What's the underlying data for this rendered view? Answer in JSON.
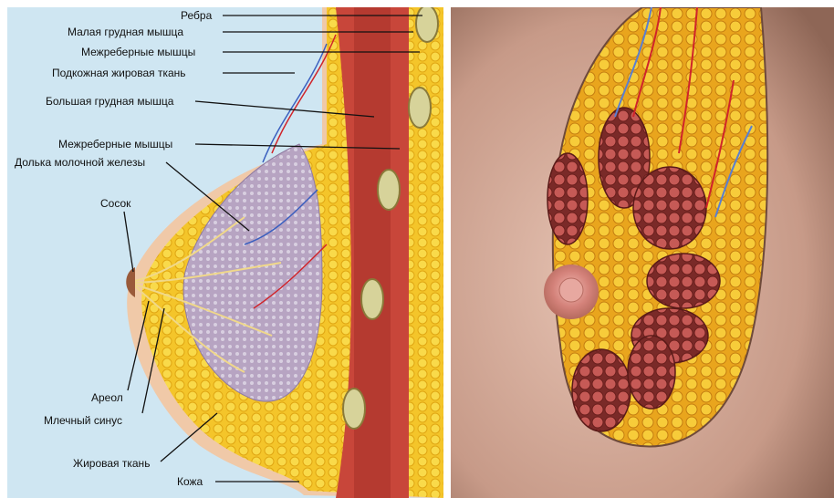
{
  "labels": {
    "ribs": "Ребра",
    "pectoralis_minor": "Малая грудная мышца",
    "intercostal_1": "Межреберные мышцы",
    "subcutaneous_fat": "Подкожная жировая ткань",
    "pectoralis_major": "Большая грудная мышца",
    "intercostal_2": "Межреберные мышцы",
    "gland_lobule": "Долька молочной железы",
    "nipple": "Сосок",
    "areola": "Ареол",
    "milk_sinus": "Млечный синус",
    "fat_tissue": "Жировая ткань",
    "skin": "Кожа"
  },
  "colors": {
    "background_left": "#cfe6f2",
    "fat": "#f2c11e",
    "muscle": "#c8463a",
    "skin": "#f0c9a8",
    "gland": "#b9a7c2",
    "right_bg": "#c9a493"
  }
}
